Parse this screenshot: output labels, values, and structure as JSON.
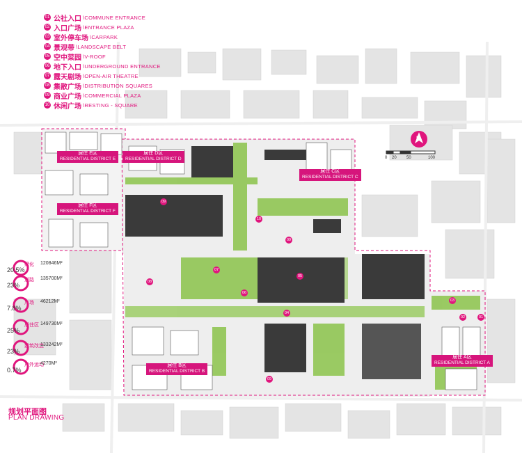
{
  "legend": [
    {
      "num": "01",
      "cn": "公社入口",
      "en": "COMMUNE ENTRANCE"
    },
    {
      "num": "02",
      "cn": "入口广场",
      "en": "ENTRANCE PLAZA"
    },
    {
      "num": "03",
      "cn": "室外停车场",
      "en": "CARPARK"
    },
    {
      "num": "04",
      "cn": "景观带",
      "en": "LANDSCAPE BELT"
    },
    {
      "num": "05",
      "cn": "空中菜园",
      "en": "V-ROOF"
    },
    {
      "num": "06",
      "cn": "地下入口",
      "en": "UNDERGROUND ENTRANCE"
    },
    {
      "num": "07",
      "cn": "露天剧场",
      "en": "OPEN-AIR THEATRE"
    },
    {
      "num": "08",
      "cn": "集散广场",
      "en": "DISTRIBUTION SQUARES"
    },
    {
      "num": "09",
      "cn": "商业广场",
      "en": "COMMERCIAL PLAZA"
    },
    {
      "num": "10",
      "cn": "休闲广场",
      "en": "RESTING - SQUARE"
    }
  ],
  "legend_separator": "\\",
  "districts": {
    "e": {
      "cn": "居住 E区",
      "en": "RESIDENTIAL DISTRICT E"
    },
    "d": {
      "cn": "居住 D区",
      "en": "RESIDENTIAL DISTRICT D"
    },
    "c": {
      "cn": "居住 C区",
      "en": "RESIDENTIAL DISTRICT C"
    },
    "f": {
      "cn": "居住 F区",
      "en": "RESIDENTIAL DISTRICT F"
    },
    "b": {
      "cn": "居住 B区",
      "en": "RESIDENTIAL DISTRICT B"
    },
    "a": {
      "cn": "居住 A区",
      "en": "RESIDENTIAL DISTRICT A"
    }
  },
  "stats": [
    {
      "pct": "20.5%",
      "name": "绿化",
      "value": "120846M²",
      "fraction": 0.205
    },
    {
      "pct": "23%",
      "name": "道路",
      "value": "135700M²",
      "fraction": 0.23
    },
    {
      "pct": "7.8%",
      "name": "广场",
      "value": "46212M²",
      "fraction": 0.078
    },
    {
      "pct": "25%",
      "name": "居住区",
      "value": "149730M²",
      "fraction": 0.25
    },
    {
      "pct": "23%",
      "name": "建筑改造",
      "value": "133242M²",
      "fraction": 0.23
    },
    {
      "pct": "0.7%",
      "name": "户外运动",
      "value": "4270M²",
      "fraction": 0.007
    }
  ],
  "scale": {
    "labels": [
      "0",
      "20",
      "50",
      "100"
    ]
  },
  "compass": {
    "letter": "N",
    "icon": "north-arrow-icon"
  },
  "title": {
    "cn": "规划平面图",
    "en": "PLAN DRAWING"
  },
  "markers": [
    "09",
    "10",
    "09",
    "07",
    "08",
    "06",
    "05",
    "04",
    "03",
    "02",
    "01",
    "09"
  ],
  "colors": {
    "accent": "#e0157d",
    "green": "#7cb342",
    "roof": "#3a3a3a"
  }
}
